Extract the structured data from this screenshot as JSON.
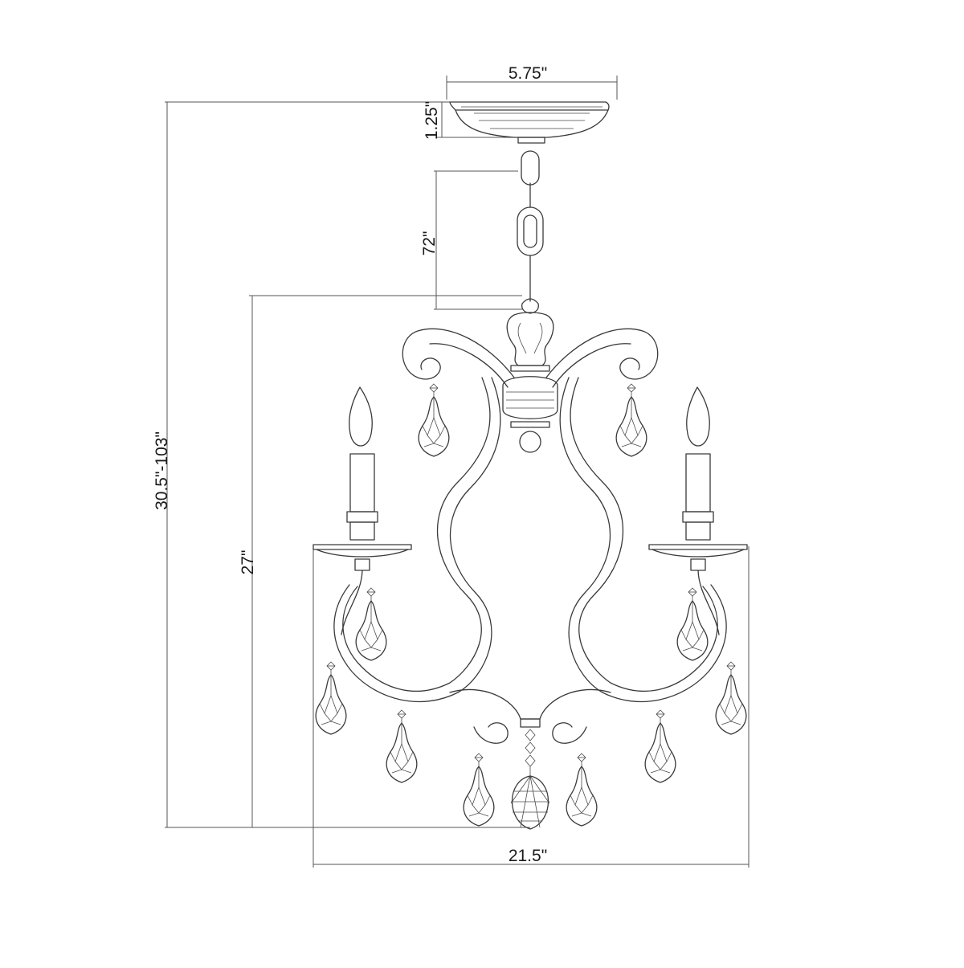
{
  "dimensions": {
    "canopy_width": "5.75\"",
    "canopy_height": "1.25\"",
    "chain_length": "72\"",
    "overall_height": "30.5\"-103\"",
    "fixture_height": "27\"",
    "fixture_width": "21.5\""
  },
  "line_color": "#3a3a3a",
  "background": "#ffffff"
}
